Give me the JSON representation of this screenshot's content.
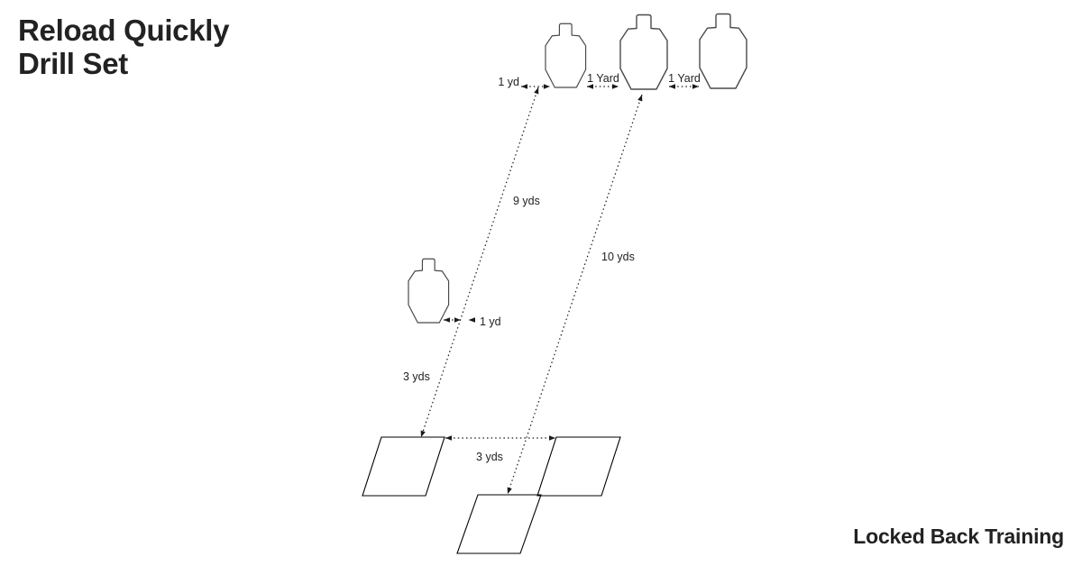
{
  "header": {
    "title_line1": "Reload Quickly",
    "title_line2": "Drill Set"
  },
  "footer": {
    "brand": "Locked Back Training"
  },
  "diagram": {
    "labels": {
      "offset_target1": "1 yd",
      "gap_target1_target2": "1 Yard",
      "gap_target2_target3": "1 Yard",
      "distance_near_line": "9 yds",
      "distance_far_line": "10 yds",
      "offset_mid_target": "1 yd",
      "distance_mid_segment": "3 yds",
      "gap_box1_box2": "3 yds"
    },
    "colors": {
      "ink": "#222222",
      "line": "#1a1a1a",
      "target_outline": "#4a4a4a",
      "box_outline": "#000000",
      "background": "#ffffff"
    }
  }
}
